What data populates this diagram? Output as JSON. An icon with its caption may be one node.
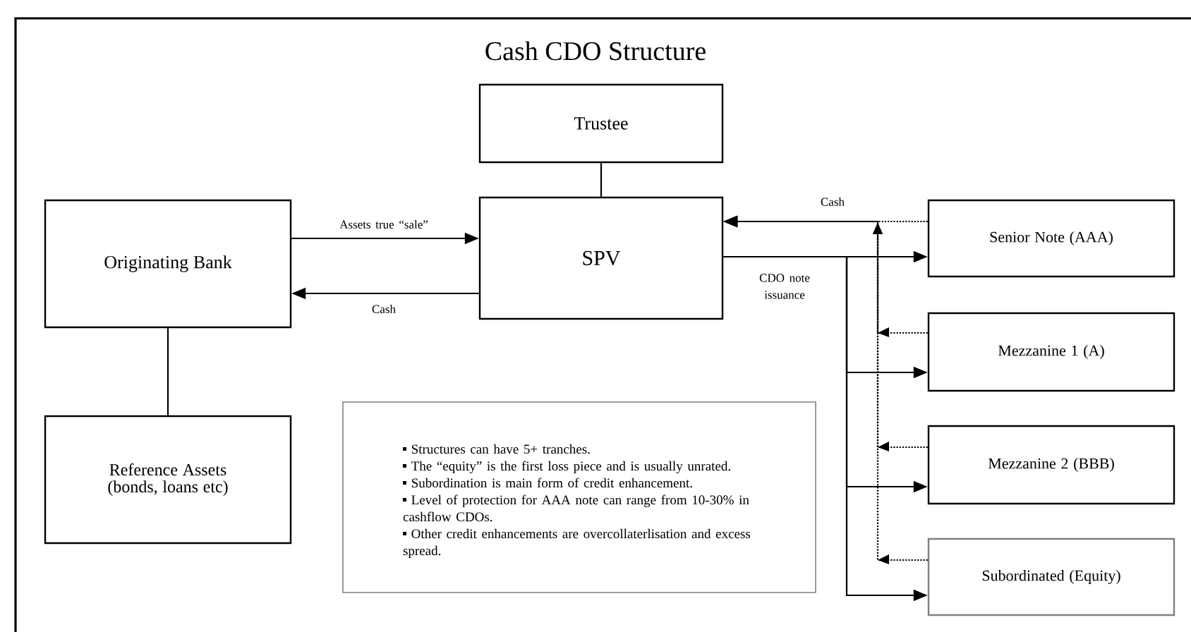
{
  "diagram": {
    "title": "Cash CDO Structure",
    "nodes": [
      {
        "text": [
          "Trustee"
        ]
      },
      {
        "text": [
          "SPV"
        ]
      },
      {
        "text": [
          "Originating Bank"
        ]
      },
      {
        "text": [
          "Reference Assets (bonds, loans etc)"
        ]
      },
      {
        "text": [
          "Structures can have 5+ tranches.",
          "The “equity” is the first loss piece and is usually unrated.",
          "Subordination is main form of credit enhancement.",
          "Level of protection for AAA note can range from 10-30% in cashflow CDOs.",
          "Other credit enhancements are overcollaterlisation and excess spread."
        ]
      },
      {
        "text": [
          "Senior Note (AAA)"
        ]
      },
      {
        "text": [
          "Mezzanine 1 (A)"
        ]
      },
      {
        "text": [
          "Mezzanine 2 (BBB)"
        ]
      },
      {
        "text": [
          "Subordinated (Equity)"
        ]
      }
    ],
    "edges": [
      {
        "from": 0,
        "to": 1,
        "arrow": "none"
      },
      {
        "from": 2,
        "to": 1,
        "arrow": "to",
        "label": "Assets  true “sale”"
      },
      {
        "from": 1,
        "to": 2,
        "arrow": "to",
        "label": "Cash"
      },
      {
        "from": 2,
        "to": 3,
        "arrow": "none"
      },
      {
        "from": 1,
        "to": 5,
        "arrow": "to",
        "label": "CDO note issuance"
      },
      {
        "from": 1,
        "to": 6,
        "arrow": "to"
      },
      {
        "from": 1,
        "to": 7,
        "arrow": "to"
      },
      {
        "from": 1,
        "to": 8,
        "arrow": "to"
      },
      {
        "from": 5,
        "to": 1,
        "arrow": "to",
        "style": "dashed",
        "label": "Cash"
      },
      {
        "from": 6,
        "to": 1,
        "arrow": "to",
        "style": "dashed"
      },
      {
        "from": 7,
        "to": 1,
        "arrow": "to",
        "style": "dashed"
      },
      {
        "from": 8,
        "to": 1,
        "arrow": "to",
        "style": "dashed"
      }
    ]
  }
}
